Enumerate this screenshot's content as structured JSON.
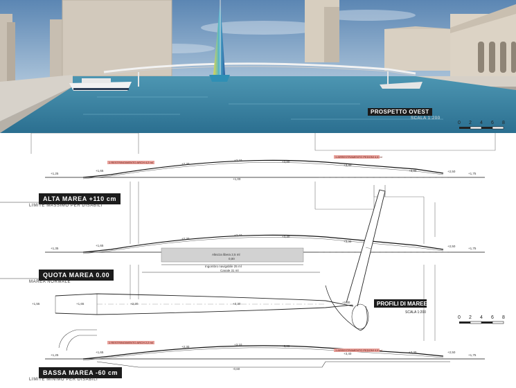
{
  "photo": {
    "title": "PROSPETTO OVEST",
    "scale": "SCALA 1:200",
    "scale_bar": [
      "0",
      "2",
      "4",
      "6",
      "8"
    ]
  },
  "sections": [
    {
      "title": "ALTA MAREA +110 cm",
      "subtitle": "LIMITE MASSIMO PER DISABILI",
      "levels": [
        "+1,25",
        "+1,65",
        "+2,30",
        "+3,10",
        "+3,80",
        "+3,40",
        "+3,30",
        "+2,50",
        "+1,75",
        "+1,00"
      ],
      "tags": [
        "1 RESTRINGIMENTO ARCH 4,2 ml",
        "1 ARRESTRAMENTO PEDONI 4,4 ml"
      ]
    },
    {
      "title": "QUOTA MAREA 0.00",
      "subtitle": "MAREA NORMALE",
      "levels": [
        "+1,35",
        "+1,65",
        "+2,30",
        "+3,10",
        "+3,40",
        "+3,30",
        "+2,50",
        "+1,75",
        "+1,55"
      ],
      "box_label": "Altezza libera 2,5 ml",
      "box_level": "0,00",
      "dim1": "Ingombro navigabile 25 ml",
      "dim2": "Canale 31 ml"
    },
    {
      "title": "BASSA MAREA -60 cm",
      "subtitle": "LIMITE MINIMO PER DISABILI",
      "levels": [
        "+1,25",
        "+1,65",
        "+2,30",
        "+3,10",
        "+3,80",
        "+3,40",
        "+3,30",
        "+2,50",
        "+1,75",
        "-0,60"
      ],
      "tags": [
        "1 RESTRINGIMENTO ARCH 2,2 ml",
        "1 ARRESTRAMENTO PEDONI 4,4 ml"
      ]
    }
  ],
  "plan": {
    "levels": [
      "+1,55",
      "+1,65",
      "+2,30",
      "+3,30",
      "+2,30"
    ],
    "title": "PROFILI DI MAREE",
    "scale": "SCALA 1:200",
    "scale_bar": [
      "0",
      "2",
      "4",
      "6",
      "8"
    ]
  }
}
